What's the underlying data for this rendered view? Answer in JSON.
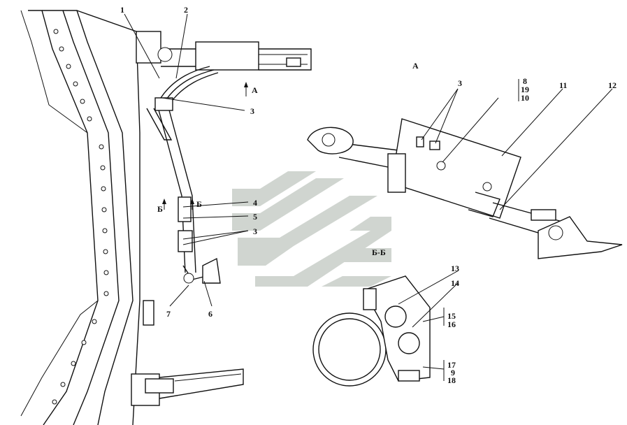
{
  "labels": {
    "l1": "1",
    "l2": "2",
    "l3a": "3",
    "l4": "4",
    "l5": "5",
    "l3b": "3",
    "l6": "6",
    "l7": "7",
    "viewA_top": "A",
    "viewA_arrow": "A",
    "sec_b1": "Б",
    "sec_b2": "Б",
    "viewA_3": "3",
    "l8": "8",
    "l19": "19",
    "l10": "10",
    "l11": "11",
    "l12": "12",
    "section_title": "Б-Б",
    "l13": "13",
    "l14": "14",
    "l15": "15",
    "l16": "16",
    "l17": "17",
    "l9": "9",
    "l18": "18"
  },
  "colors": {
    "ink": "#111111",
    "watermark": "#c8cec8"
  }
}
